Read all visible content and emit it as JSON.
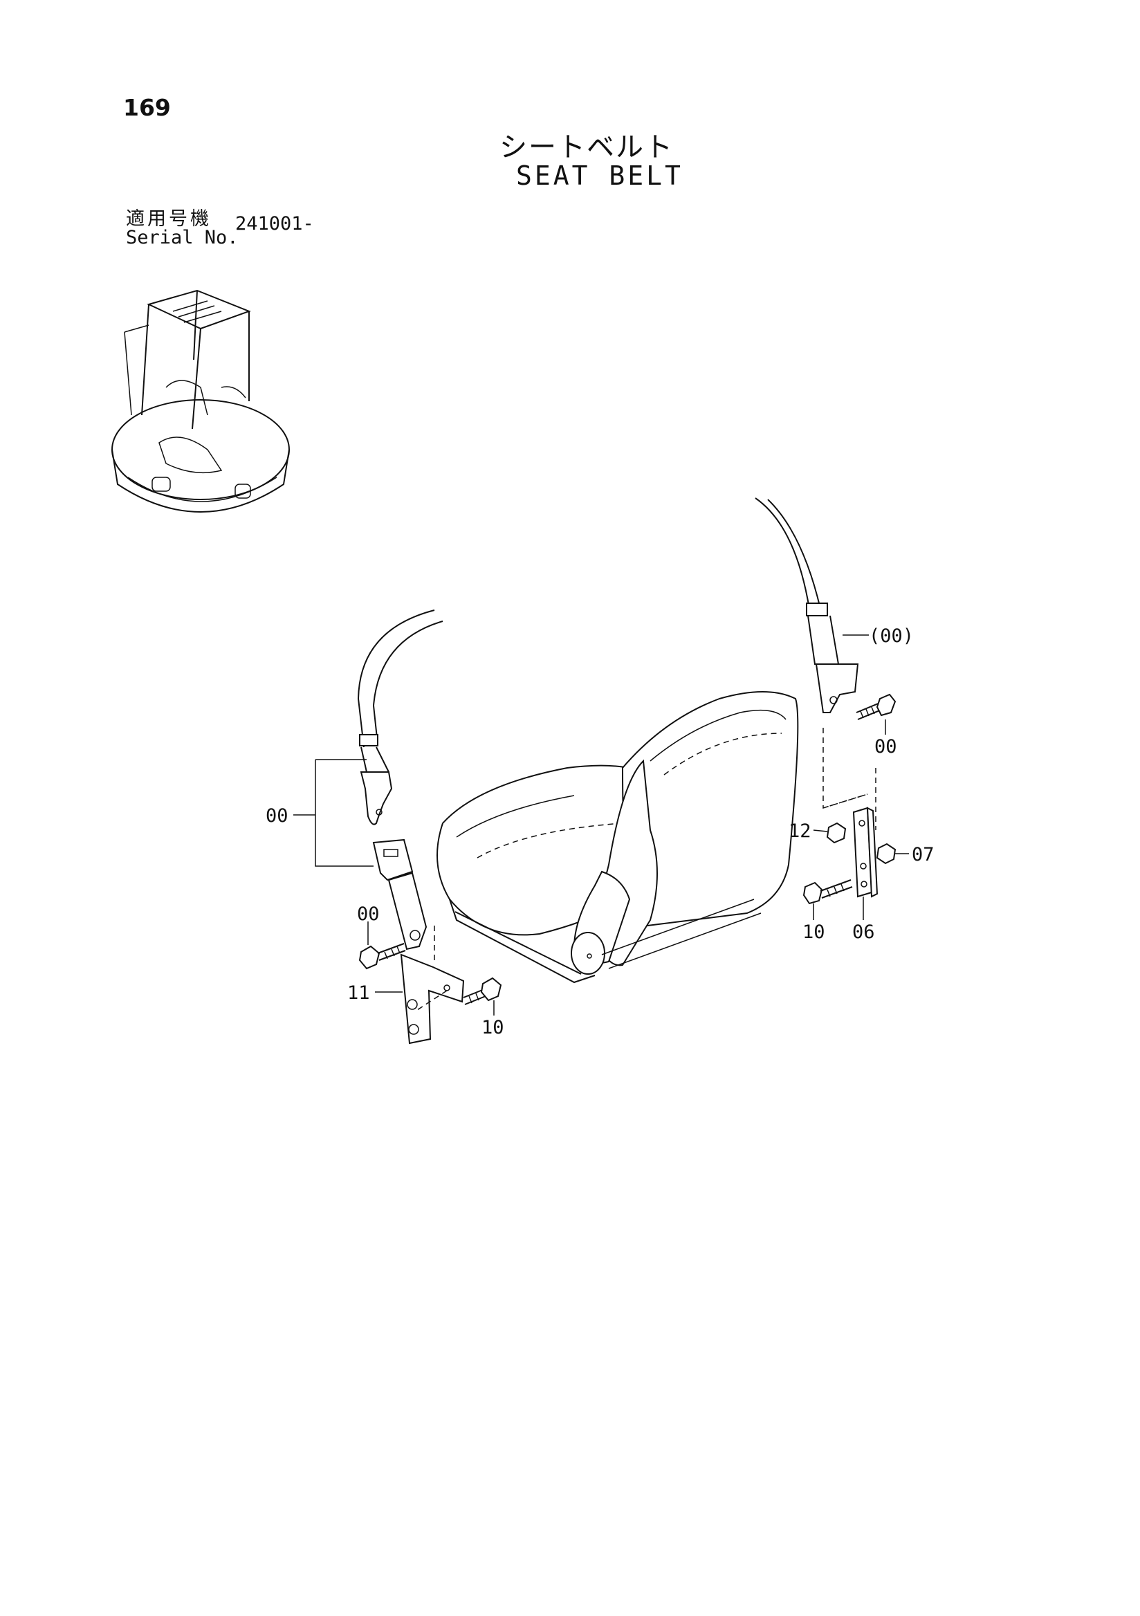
{
  "page_number": "169",
  "title": {
    "japanese": "シートベルト",
    "english": "SEAT BELT"
  },
  "serial": {
    "label_japanese": "適用号機",
    "label_english": "Serial No.",
    "value": "241001-"
  },
  "callouts": {
    "belt_upper_right": "(00)",
    "bolt_upper_right": "00",
    "nut_12": "12",
    "nut_07": "07",
    "bolt_10_right": "10",
    "bracket_06": "06",
    "belt_left": "00",
    "bolt_left": "00",
    "bracket_11": "11",
    "bolt_10_left": "10"
  }
}
